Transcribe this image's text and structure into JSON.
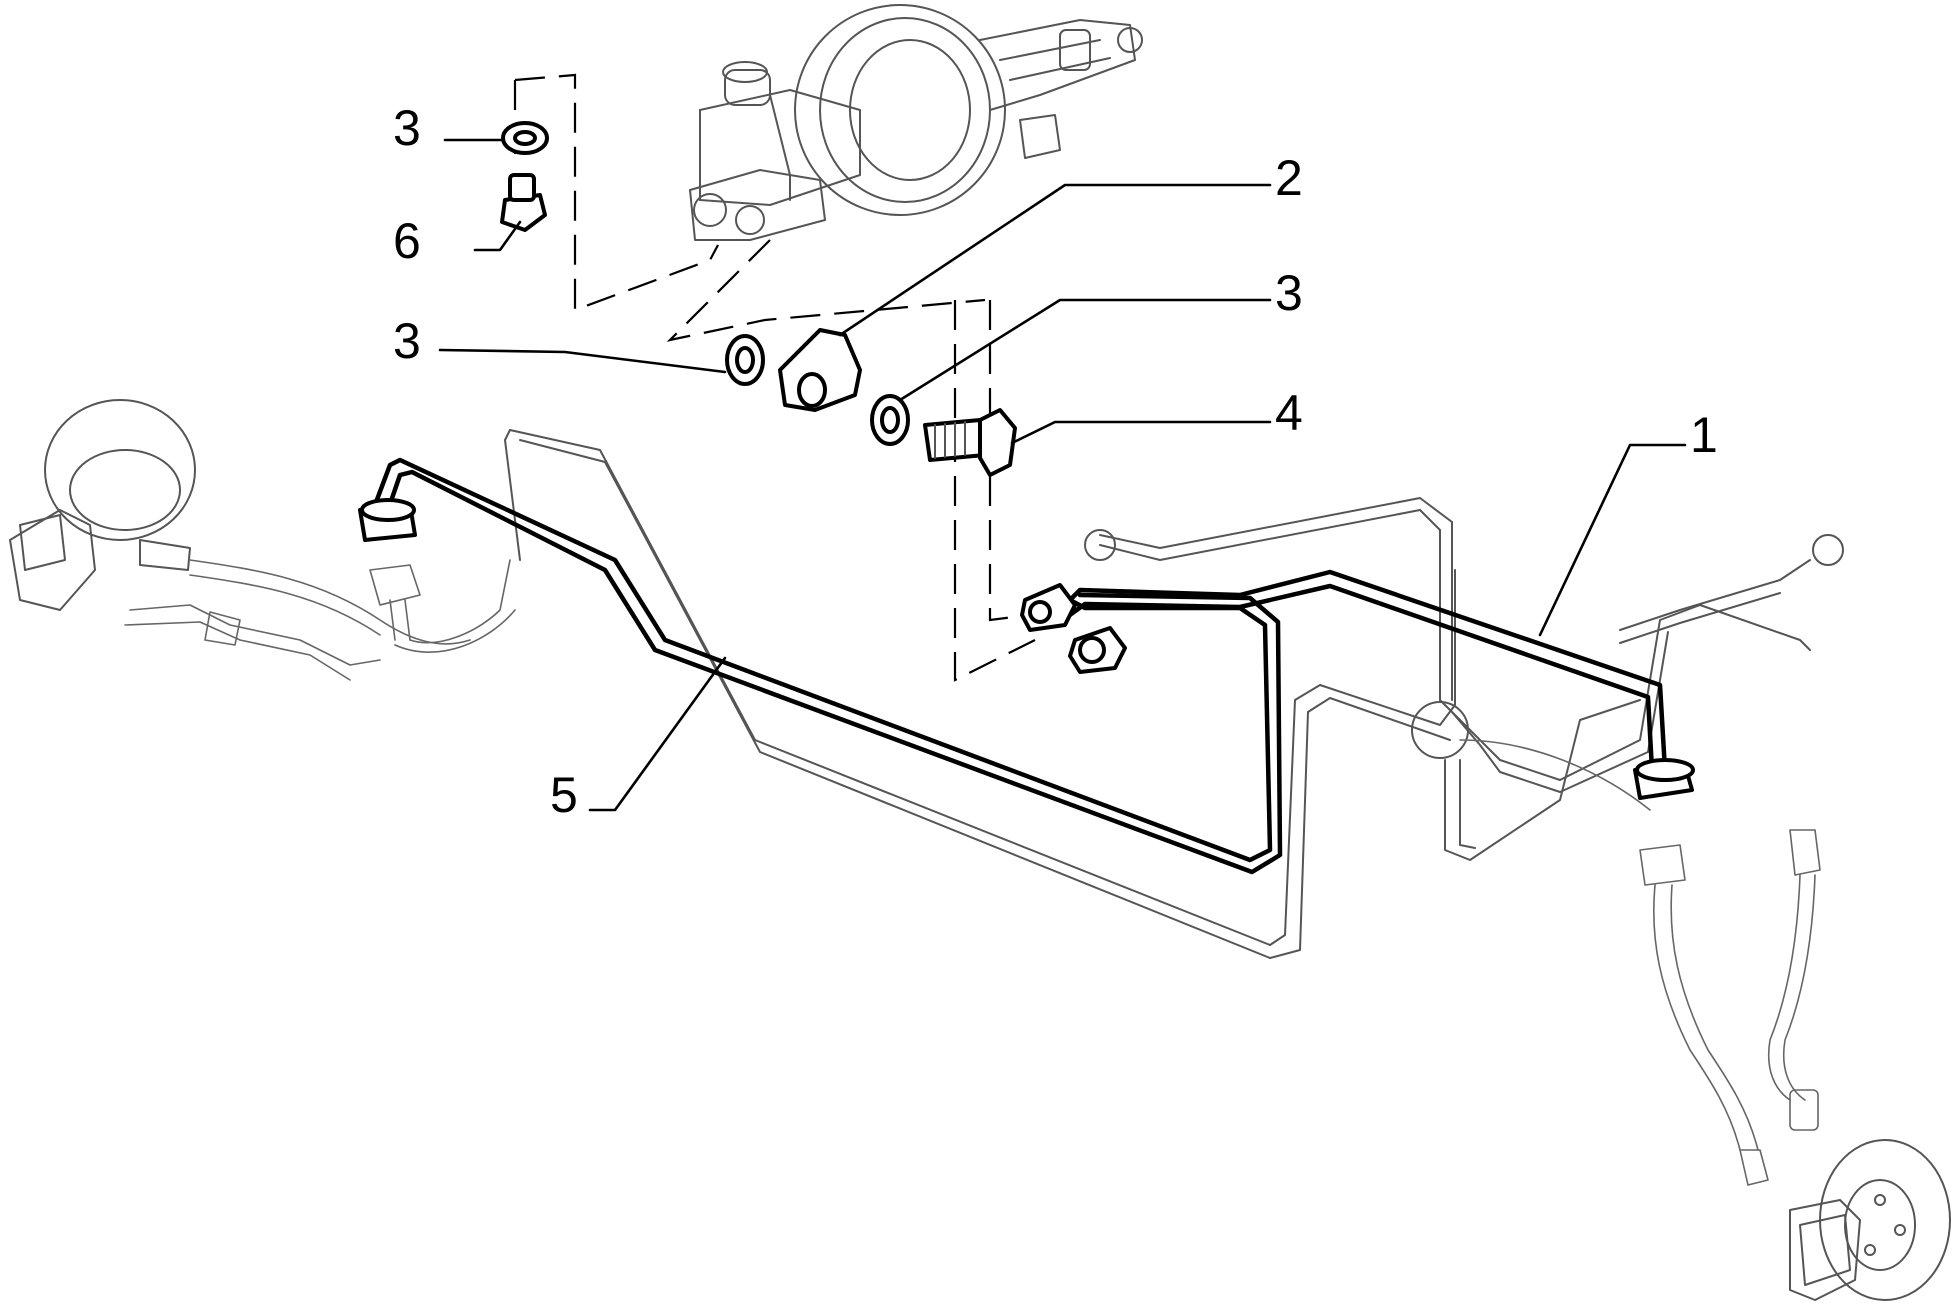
{
  "callouts": {
    "c1": "1",
    "c2": "2",
    "c3a": "3",
    "c3b": "3",
    "c3c": "3",
    "c4": "4",
    "c5": "5",
    "c6": "6"
  },
  "colors": {
    "background": "#ffffff",
    "ink": "#000000",
    "context_ink": "#555555"
  }
}
